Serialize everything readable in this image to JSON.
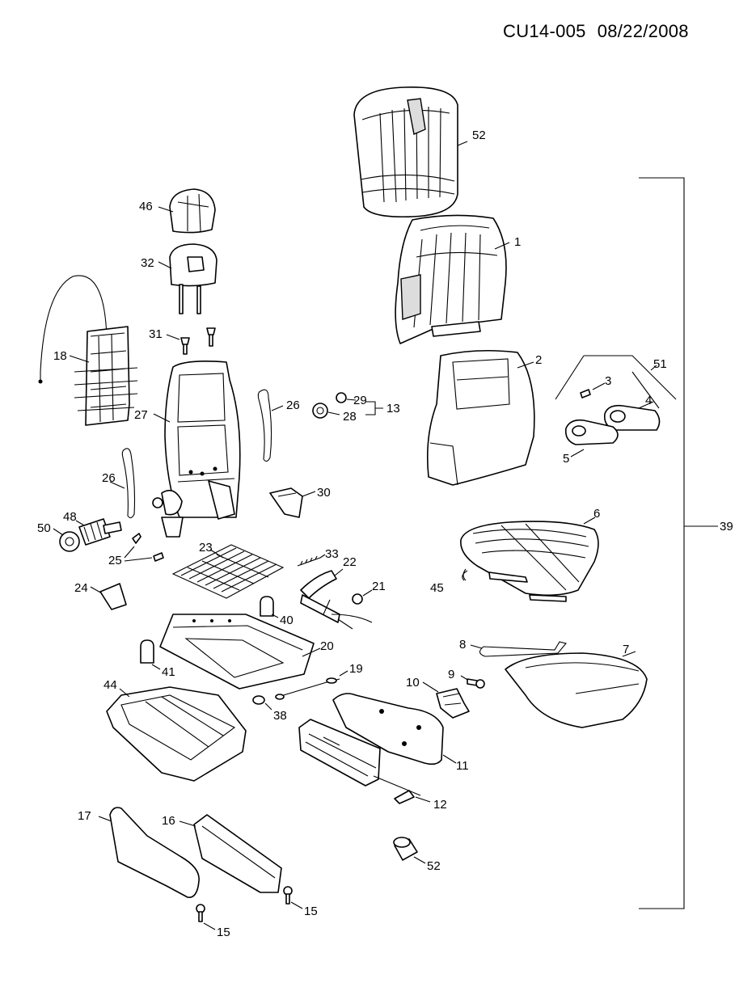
{
  "header": {
    "code": "CU14-005",
    "date": "08/22/2008"
  },
  "callouts": {
    "c1": "1",
    "c2": "2",
    "c3": "3",
    "c4": "4",
    "c5": "5",
    "c6": "6",
    "c7": "7",
    "c8": "8",
    "c9": "9",
    "c10": "10",
    "c11": "11",
    "c12": "12",
    "c13": "13",
    "c15a": "15",
    "c15b": "15",
    "c16": "16",
    "c17": "17",
    "c18": "18",
    "c19": "19",
    "c20": "20",
    "c21": "21",
    "c22": "22",
    "c23": "23",
    "c24": "24",
    "c25": "25",
    "c26a": "26",
    "c26b": "26",
    "c27": "27",
    "c28": "28",
    "c29": "29",
    "c30": "30",
    "c31": "31",
    "c32": "32",
    "c33": "33",
    "c38": "38",
    "c39": "39",
    "c40": "40",
    "c41": "41",
    "c44": "44",
    "c45": "45",
    "c46": "46",
    "c48": "48",
    "c50": "50",
    "c51": "51",
    "c52a": "52",
    "c52b": "52"
  }
}
